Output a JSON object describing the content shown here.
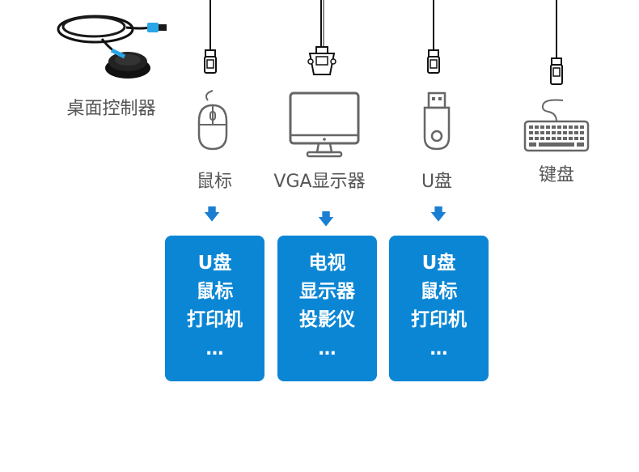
{
  "controller": {
    "label": "桌面控制器"
  },
  "devices": [
    {
      "label": "鼠标",
      "icon": "mouse-icon"
    },
    {
      "label": "VGA显示器",
      "icon": "monitor-icon"
    },
    {
      "label": "U盘",
      "icon": "usb-drive-icon"
    },
    {
      "label": "键盘",
      "icon": "keyboard-icon"
    }
  ],
  "cards": [
    {
      "lines": [
        "U盘",
        "鼠标",
        "打印机"
      ],
      "more": "…"
    },
    {
      "lines": [
        "电视",
        "显示器",
        "投影仪"
      ],
      "more": "…"
    },
    {
      "lines": [
        "U盘",
        "鼠标",
        "打印机"
      ],
      "more": "…"
    }
  ],
  "colors": {
    "accent": "#0b86d5",
    "arrow": "#1a7fd3",
    "text": "#555555",
    "usb_tip": "#2aa6e8"
  }
}
